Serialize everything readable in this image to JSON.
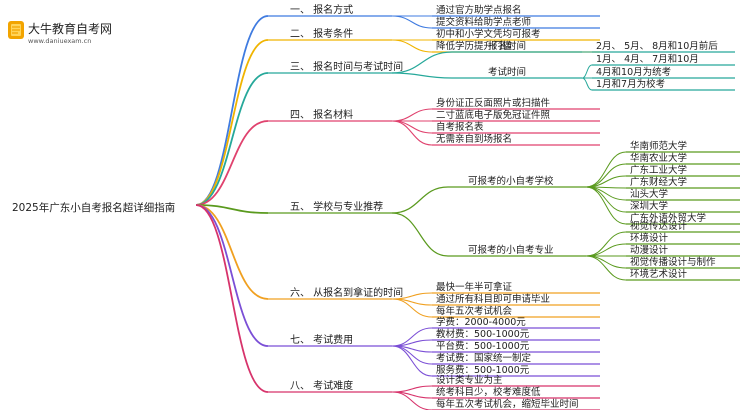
{
  "logo": {
    "title": "大牛教育自考网",
    "url": "www.daniuexam.cn"
  },
  "root": "2025年广东小自考报名超详细指南",
  "branches": [
    {
      "label": "一、 报名方式",
      "color": "#3f7be0",
      "items": [
        {
          "label": "通过官方助学点报名"
        },
        {
          "label": "提交资料给助学点老师"
        }
      ]
    },
    {
      "label": "二、 报考条件",
      "color": "#f0b400",
      "items": [
        {
          "label": "初中和小学文凭均可报考"
        },
        {
          "label": "降低学历提升门槛"
        }
      ]
    },
    {
      "label": "三、 报名时间与考试时间",
      "color": "#26a89a",
      "items": [
        {
          "label": "报名时间",
          "items": [
            {
              "label": "2月、 5月、 8月和10月前后"
            }
          ]
        },
        {
          "label": "考试时间",
          "items": [
            {
              "label": "1月、 4月、 7月和10月"
            },
            {
              "label": "4月和10月为统考"
            },
            {
              "label": "1月和7月为校考"
            }
          ]
        }
      ]
    },
    {
      "label": "四、 报名材料",
      "color": "#e0426e",
      "items": [
        {
          "label": "身份证正反面照片或扫描件"
        },
        {
          "label": "二寸蓝底电子版免冠证件照"
        },
        {
          "label": "自考报名表"
        },
        {
          "label": "无需亲自到场报名"
        }
      ]
    },
    {
      "label": "五、 学校与专业推荐",
      "color": "#5a9a1e",
      "items": [
        {
          "label": "可报考的小自考学校",
          "items": [
            {
              "label": "华南师范大学"
            },
            {
              "label": "华南农业大学"
            },
            {
              "label": "广东工业大学"
            },
            {
              "label": "广东财经大学"
            },
            {
              "label": "汕头大学"
            },
            {
              "label": "深圳大学"
            },
            {
              "label": "广东外语外贸大学"
            }
          ]
        },
        {
          "label": "可报考的小自考专业",
          "items": [
            {
              "label": "视觉传达设计"
            },
            {
              "label": "环境设计"
            },
            {
              "label": "动漫设计"
            },
            {
              "label": "视觉传播设计与制作"
            },
            {
              "label": "环境艺术设计"
            }
          ]
        }
      ]
    },
    {
      "label": "六、 从报名到拿证的时间",
      "color": "#f0a020",
      "items": [
        {
          "label": "最快一年半可拿证"
        },
        {
          "label": "通过所有科目即可申请毕业"
        },
        {
          "label": "每年五次考试机会"
        }
      ]
    },
    {
      "label": "七、 考试费用",
      "color": "#7b4fd6",
      "items": [
        {
          "label": "学费：2000-4000元"
        },
        {
          "label": "教材费：500-1000元"
        },
        {
          "label": "平台费：500-1000元"
        },
        {
          "label": "考试费：国家统一制定"
        },
        {
          "label": "服务费：500-1000元"
        }
      ]
    },
    {
      "label": "八、 考试难度",
      "color": "#d7336b",
      "items": [
        {
          "label": "设计类专业为主"
        },
        {
          "label": "统考科目少，校考难度低"
        },
        {
          "label": "每年五次考试机会，缩短毕业时间"
        }
      ]
    }
  ]
}
